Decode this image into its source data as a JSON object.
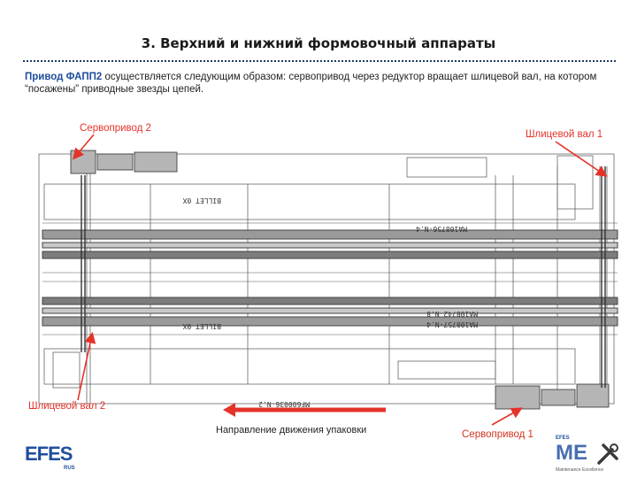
{
  "title": "3. Верхний и нижний формовочный аппараты",
  "description": {
    "highlight": "Привод ФАПП2",
    "text": " осуществляется следующим образом: сервопривод через редуктор вращает шлицевой вал, на котором “посажены” приводные звезды цепей."
  },
  "labels": {
    "servo2": "Сервопривод 2",
    "shaft1": "Шлицевой вал 1",
    "shaft2": "Шлицевой вал 2",
    "servo1": "Сервопривод 1",
    "direction": "Направление движения упаковки"
  },
  "drawing_text": {
    "billet_top": "BILLET 0X",
    "billet_bottom": "BILLET 0X",
    "part_upper": "MA108756-N.4",
    "part_lower_a": "MA108742-N.8",
    "part_lower_b": "MA108757-N.4",
    "part_bottom": "MF600036-N.2"
  },
  "logos": {
    "efes_left": "EFES",
    "efes_left_sub": "RUS",
    "me_right": "ME",
    "me_right_top": "EFES",
    "me_right_sub": "Maintenance Excellence"
  },
  "colors": {
    "accent_red": "#e5332a",
    "brand_blue": "#1f4e9c"
  }
}
